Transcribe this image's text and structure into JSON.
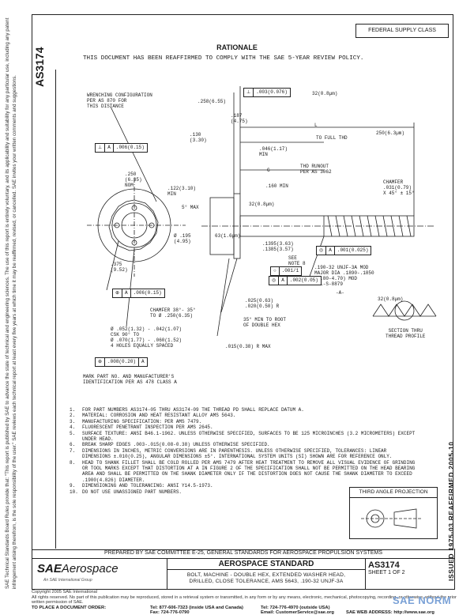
{
  "document": {
    "number": "AS3174",
    "supply_class": "FEDERAL SUPPLY CLASS",
    "rationale_title": "RATIONALE",
    "rationale_text": "THIS DOCUMENT HAS BEEN REAFFIRMED TO COMPLY WITH THE SAE 5-YEAR REVIEW POLICY.",
    "side_text": "SAE Technical Standards Board Rules provide that: \"This report is published by SAE to advance the state of technical and engineering sciences. The use of this report is entirely voluntary, and its applicability and suitability for any particular use, including any patent infringement arising therefrom, is the sole responsibility of the user.\" SAE reviews each technical report at least every five years at which time it may be reaffirmed, revised, or cancelled. SAE invites your written comments and suggestions."
  },
  "drawing": {
    "labels": {
      "wrenching": "WRENCHING CONFIGURATION\nPER AS 870 FOR\nTHIS DISTANCE",
      "d250_655": ".258(6.55)",
      "d187": ".187\n(4.75)",
      "d190": ".130\n(3.30)",
      "min046": ".046(1.17)\nMIN",
      "to_full_thd": "TO FULL THD",
      "l_dim": "L",
      "g_dim": "G",
      "thd_runout": "THD RUNOUT\nPER AS 3062",
      "d250_635": ".250\n(6.35)\nNOM",
      "d122": ".122(3.10)\nMIN",
      "min160": ".160 MIN",
      "chamfer": "CHAMFER\n.031(0.79)\nX 45° ± 15°",
      "max5": "5° MAX",
      "r32_08": "32(0.8µm)",
      "r32_08b": "32(0.8µm)",
      "r63": "63(1.6µm)",
      "r250": "250(6.3µm)",
      "d195": "Ø .195\n(4.95)",
      "d1395": ".1395(3.63)\n.1385(3.57)",
      "see_note8": "SEE\nNOTE 8",
      "thread_spec": ".190-32 UNJF-3A MOD\nMAJOR DIA .1890-.1850\n(4.80-4.70) MOD\nMIL-S-8879",
      "datum_a": "-A-",
      "d375": ".375\n(9.52)",
      "chamfer2": "CHAMFER 38°- 35°\nTO Ø .250(6.35)",
      "d025": ".025(0.63)\n.020(0.50) R",
      "d052": "Ø .052(1.32) - .042(1.07)\nCSK 90° TO\nØ .070(1.77) - .060(1.52)\n4 HOLES EQUALLY SPACED",
      "root_ref": "35° MIN TO ROOT\nOF DOUBLE HEX",
      "d015": ".015(0.38) R MAX",
      "mark": "MARK PART NO. AND MANUFACTURER'S\nIDENTIFICATION PER AS 478 CLASS A",
      "section_thread": "SECTION THRU\nTHREAD PROFILE"
    },
    "fcf": [
      {
        "sym": "⊥",
        "tol": ".003(0.076)",
        "datum": ""
      },
      {
        "sym": "⊥",
        "tol": "A",
        "datum": ".006(0.15)"
      },
      {
        "sym": "◎",
        "tol": "A",
        "datum": ".001(0.025)"
      },
      {
        "sym": "◎",
        "tol": "A",
        "datum": ".002(0.05)"
      },
      {
        "sym": "⊕",
        "tol": "A",
        "datum": ".006(0.15)"
      },
      {
        "sym": "⊕",
        "tol": ".008(0.20)",
        "datum": "A"
      },
      {
        "sym": "○",
        "tol": ".001/1",
        "datum": ""
      }
    ]
  },
  "notes": [
    {
      "num": "1.",
      "text": "FOR PART NUMBERS AS3174-05 THRU AS3174-09 THE THREAD PD SHALL REPLACE DATUM A."
    },
    {
      "num": "2.",
      "text": "MATERIAL: CORROSION AND HEAT RESISTANT ALLOY AMS 5643."
    },
    {
      "num": "3.",
      "text": "MANUFACTURING SPECIFICATION: PER AMS 7479."
    },
    {
      "num": "4.",
      "text": "FLUORESCENT PENETRANT INSPECTION PER AMS 2645."
    },
    {
      "num": "5.",
      "text": "SURFACE TEXTURE: ANSI B46.1-1962. UNLESS OTHERWISE SPECIFIED, SURFACES TO BE 125 MICROINCHES (3.2 MICROMETERS) EXCEPT UNDER HEAD."
    },
    {
      "num": "6.",
      "text": "BREAK SHARP EDGES .003-.015(0.08-0.38) UNLESS OTHERWISE SPECIFIED."
    },
    {
      "num": "7.",
      "text": "DIMENSIONS IN INCHES, METRIC CONVERSIONS ARE IN PARENTHESIS. UNLESS OTHERWISE SPECIFIED, TOLERANCES: LINEAR DIMENSIONS ±.010(0.25), ANGULAR DIMENSIONS ±5°. INTERNATIONAL SYSTEM UNITS (SI) SHOWN ARE FOR REFERENCE ONLY."
    },
    {
      "num": "8.",
      "text": "HEAD TO SHANK FILLET SHALL BE COLD ROLLED PER AMS 7479 AFTER HEAT TREATMENT TO REMOVE ALL VISUAL EVIDENCE OF GRINDING OR TOOL MARKS EXCEPT THAT DISTORTION AT A IN FIGURE 2 OF THE SPECIFICATION SHALL NOT BE PERMITTED ON THE HEAD BEARING AREA AND SHALL BE PERMITTED ON THE SHANK DIAMETER ONLY IF THE DISTORTION DOES NOT CAUSE THE SHANK DIAMETER TO EXCEED .1900(4.826) DIAMETER."
    },
    {
      "num": "9.",
      "text": "DIMENSIONING AND TOLERANCING: ANSI Y14.5-1973."
    },
    {
      "num": "10.",
      "text": "DO NOT USE UNASSIGNED PART NUMBERS."
    }
  ],
  "side_reaffirmed": "ISSUED 1975-03    REAFFIRMED 2005-10",
  "third_angle": "THIRD ANGLE PROJECTION",
  "prepared_by": "PREPARED BY SAE COMMITTEE E-25, GENERAL STANDARDS FOR AEROSPACE PROPULSION SYSTEMS",
  "title_block": {
    "logo_word": "SAE",
    "logo_word2": "Aerospace",
    "logo_tagline": "An SAE International Group",
    "standard_label": "AEROSPACE STANDARD",
    "description_line1": "BOLT, MACHINE - DOUBLE HEX, EXTENDED WASHER HEAD,",
    "description_line2": "DRILLED, CLOSE TOLERANCE, AMS 5643, .190-32 UNJF-3A",
    "doc_number": "AS3174",
    "sheet": "SHEET 1 OF 2"
  },
  "footer": {
    "copyright": "Copyright 2005 SAE International",
    "rights": "All rights reserved. No part of this publication may be reproduced, stored in a retrieval system or transmitted, in any form or by any means, electronic, mechanical, photocopying, recording, or otherwise, without the prior written permission of SAE.",
    "order": "TO PLACE A DOCUMENT ORDER:",
    "tel": "Tel: 877-606-7323 (inside USA and Canada)",
    "tel2": "Tel: 724-776-4970 (outside USA)",
    "fax": "Fax: 724-776-0790",
    "email": "Email: CustomerService@sae.org",
    "web": "SAE WEB ADDRESS: http://www.sae.org",
    "watermark": "SAE",
    "watermark2": "NORM"
  }
}
